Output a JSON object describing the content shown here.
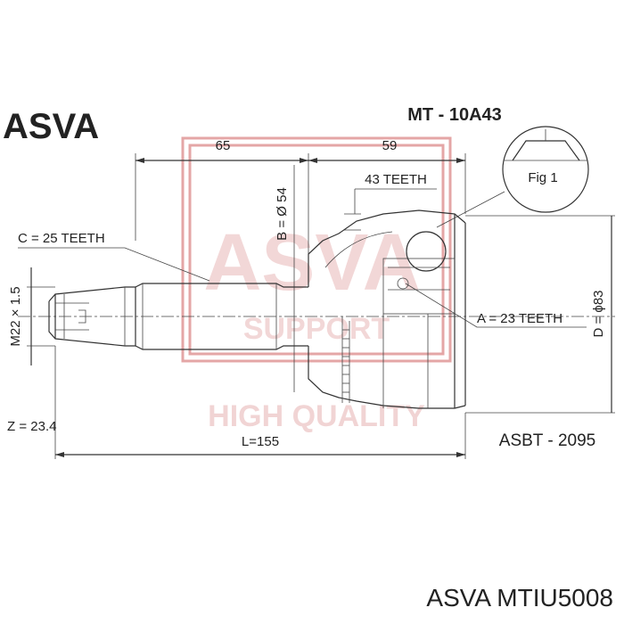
{
  "header": {
    "brand": "ASVA",
    "part_code": "MT - 10A43"
  },
  "dimensions": {
    "length_left": "65",
    "length_right": "59",
    "teeth_outer": "43 TEETH",
    "diameter_b": "B = Ø 54",
    "teeth_c": "C = 25 TEETH",
    "thread": "M22 × 1.5",
    "teeth_a": "A = 23 TEETH",
    "diameter_d": "D = ϕ83",
    "z_value": "Z = 23.4",
    "total_length": "L=155"
  },
  "figure": {
    "label": "Fig 1"
  },
  "watermark": {
    "brand": "ASVA",
    "sub": "SUPPORT",
    "tagline": "HIGH QUALITY"
  },
  "footer": {
    "ref_code": "ASBT - 2095",
    "product": "ASVA MTIU5008"
  },
  "colors": {
    "watermark": "#e4a6a6",
    "ink": "#222222"
  }
}
